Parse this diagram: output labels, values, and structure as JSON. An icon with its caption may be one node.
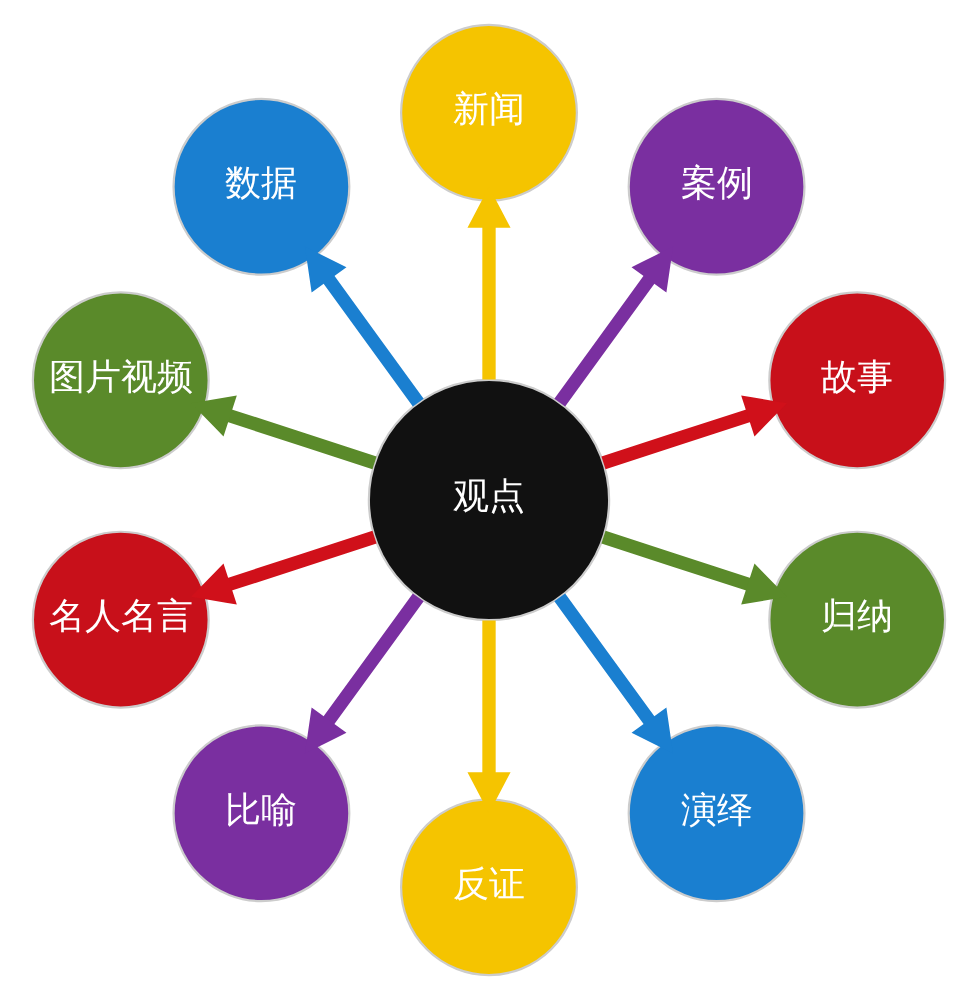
{
  "diagram": {
    "nodes": [
      {
        "text": [
          "观点"
        ]
      },
      {
        "text": [
          "故事"
        ]
      },
      {
        "text": [
          "案例"
        ]
      },
      {
        "text": [
          "新闻"
        ]
      },
      {
        "text": [
          "数据"
        ]
      },
      {
        "text": [
          "图片视频"
        ]
      },
      {
        "text": [
          "名人名言"
        ]
      },
      {
        "text": [
          "比喻"
        ]
      },
      {
        "text": [
          "反证"
        ]
      },
      {
        "text": [
          "演绎"
        ]
      },
      {
        "text": [
          "归纳"
        ]
      }
    ],
    "edges": [
      {
        "from": 0,
        "to": 1,
        "arrow": "to",
        "color": "#d0101a"
      },
      {
        "from": 0,
        "to": 2,
        "arrow": "to",
        "color": "#7a2fa0"
      },
      {
        "from": 0,
        "to": 3,
        "arrow": "to",
        "color": "#f5c400"
      },
      {
        "from": 0,
        "to": 4,
        "arrow": "to",
        "color": "#1a7fd0"
      },
      {
        "from": 0,
        "to": 5,
        "arrow": "to",
        "color": "#5a8a2a"
      },
      {
        "from": 0,
        "to": 6,
        "arrow": "to",
        "color": "#d0101a"
      },
      {
        "from": 0,
        "to": 7,
        "arrow": "to",
        "color": "#7a2fa0"
      },
      {
        "from": 0,
        "to": 8,
        "arrow": "to",
        "color": "#f5c400"
      },
      {
        "from": 0,
        "to": 9,
        "arrow": "to",
        "color": "#1a7fd0"
      },
      {
        "from": 0,
        "to": 10,
        "arrow": "to",
        "color": "#5a8a2a"
      }
    ]
  }
}
